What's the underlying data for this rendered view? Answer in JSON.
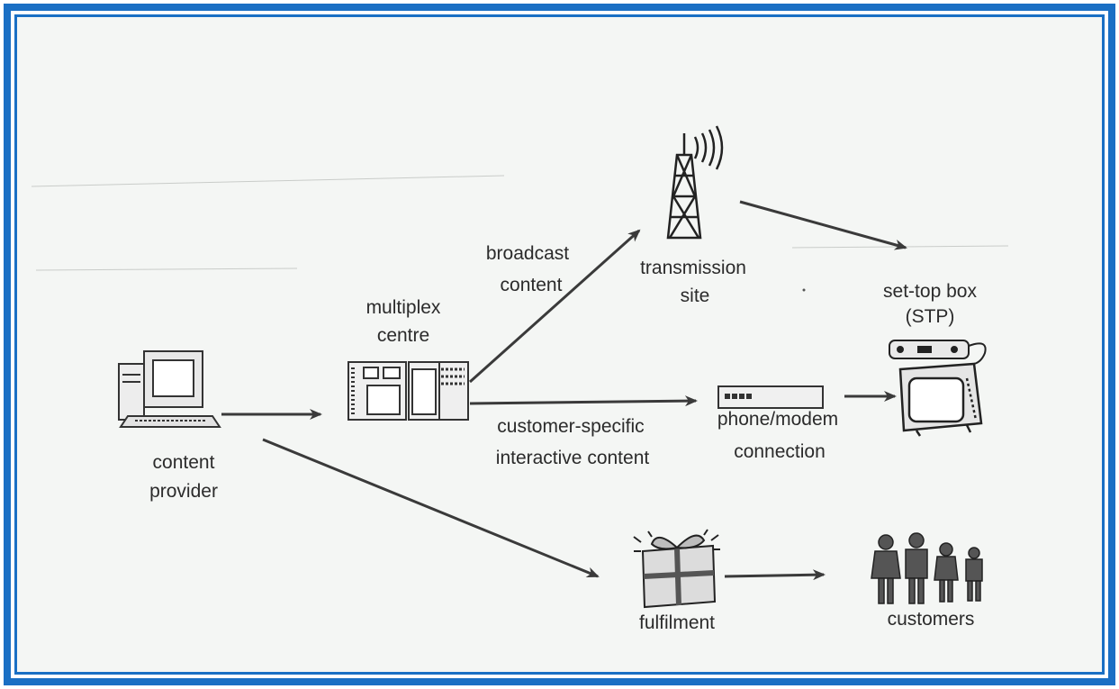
{
  "diagram": {
    "labels": {
      "content_provider": [
        "content",
        "provider"
      ],
      "multiplex_centre": [
        "multiplex",
        "centre"
      ],
      "broadcast_content": [
        "broadcast",
        "content"
      ],
      "transmission_site": [
        "transmission",
        "site"
      ],
      "set_top_box": [
        "set-top box",
        "(STP)"
      ],
      "customer_specific": [
        "customer-specific",
        "interactive content"
      ],
      "phone_modem": [
        "phone/modem",
        "connection"
      ],
      "fulfilment": "fulfilment",
      "customers": "customers"
    },
    "colors": {
      "frame": "#1a6fc4",
      "background": "#f4f6f4",
      "ink": "#2b2b2b"
    },
    "icons": [
      "computer-icon",
      "server-rack-icon",
      "antenna-tower-icon",
      "modem-icon",
      "set-top-box-icon",
      "tv-icon",
      "gift-box-icon",
      "people-icon"
    ]
  }
}
